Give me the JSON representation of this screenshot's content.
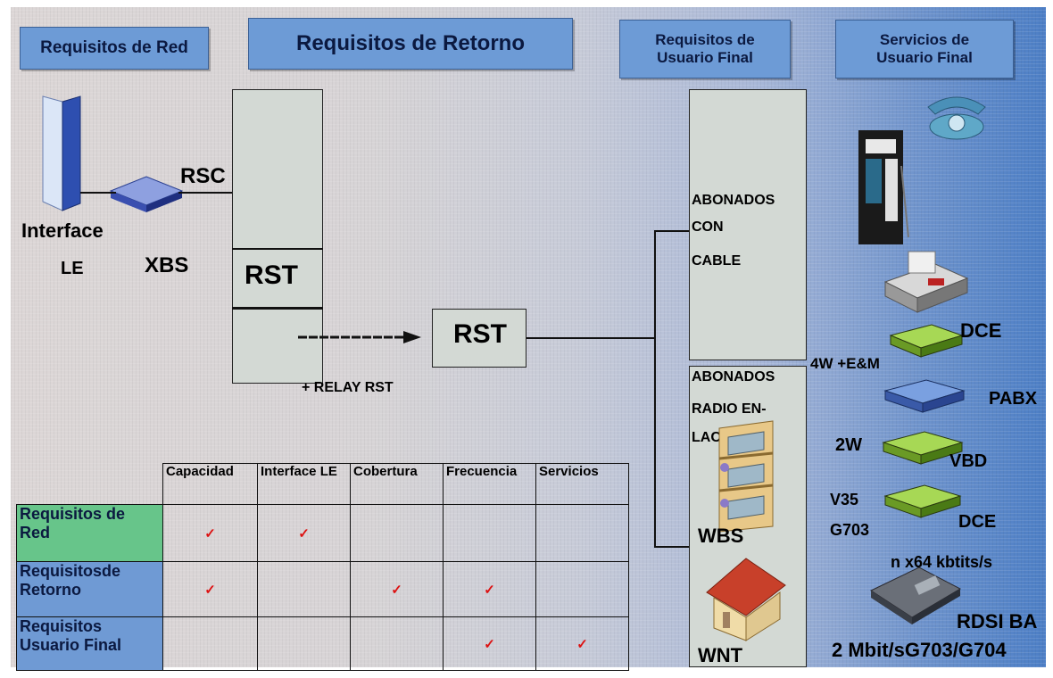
{
  "headers": {
    "red": "Requisitos de Red",
    "retorno": "Requisitos de Retorno",
    "usuario": "Requisitos de Usuario Final",
    "servicios": "Servicios de Usuario Final"
  },
  "left": {
    "interface": "Interface",
    "le": "LE",
    "xbs": "XBS",
    "rsc": "RSC"
  },
  "retorno": {
    "rst_in_box": "RST",
    "rst_outer": "RST",
    "relay": "+ RELAY RST"
  },
  "usuario": {
    "cable": [
      "ABONADOS",
      "CON",
      "CABLE"
    ],
    "radio": [
      "ABONADOS",
      "RADIO EN-",
      "LACE"
    ],
    "wbs": "WBS",
    "wnt": "WNT"
  },
  "servicios": {
    "dce1": "DCE",
    "fourw": "4W +E&M",
    "pabx": "PABX",
    "twow": "2W",
    "vbd": "VBD",
    "v35": "V35",
    "g703": "G703",
    "dce2": "DCE",
    "nx64": "n x64 kbtits/s",
    "rdsi": "RDSI BA",
    "mbit": "2 Mbit/sG703/G704"
  },
  "table": {
    "columns": [
      "Capacidad",
      "Interface LE",
      "Cobertura",
      "Frecuencia",
      "Servicios"
    ],
    "rows": [
      {
        "label": "Requisitos de Red",
        "checks": [
          true,
          true,
          false,
          false,
          false
        ]
      },
      {
        "label": "Requisitosde Retorno",
        "checks": [
          true,
          false,
          true,
          true,
          false
        ]
      },
      {
        "label": "Requisitos Usuario Final",
        "checks": [
          false,
          false,
          false,
          true,
          true
        ]
      }
    ],
    "check_symbol": "✓"
  },
  "colors": {
    "header_blue": "#6d9bd6",
    "row_green": "#67c58a",
    "row_blue": "#6f9ad4",
    "check_red": "#dd1111",
    "device_green": "#8cc63f",
    "device_blue": "#4f7cc4"
  }
}
